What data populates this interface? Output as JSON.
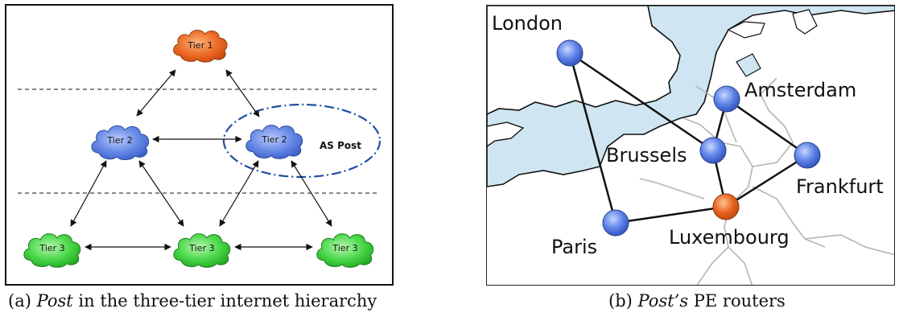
{
  "figure_a": {
    "nodes": {
      "tier1": "Tier 1",
      "tier2_left": "Tier 2",
      "tier2_right": "Tier 2",
      "tier3_left": "Tier 3",
      "tier3_mid": "Tier 3",
      "tier3_right": "Tier 3"
    },
    "as_label": "AS Post",
    "caption_prefix": "(a) ",
    "caption_italic": "Post",
    "caption_rest": " in the three-tier internet hierarchy",
    "colors": {
      "tier1": "#e8621c",
      "tier2": "#5c7fe0",
      "tier3": "#3fcf3f",
      "as_ellipse": "#1e4fa0"
    }
  },
  "figure_b": {
    "cities": {
      "london": "London",
      "amsterdam": "Amsterdam",
      "brussels": "Brussels",
      "frankfurt": "Frankfurt",
      "luxembourg": "Luxembourg",
      "paris": "Paris"
    },
    "caption_prefix": "(b) ",
    "caption_italic": "Post’s",
    "caption_rest": " PE routers",
    "colors": {
      "sea": "#cfe6f2",
      "router": "#5b80e6",
      "luxembourg_router": "#e8641e",
      "border": "#b5b5b5"
    }
  }
}
